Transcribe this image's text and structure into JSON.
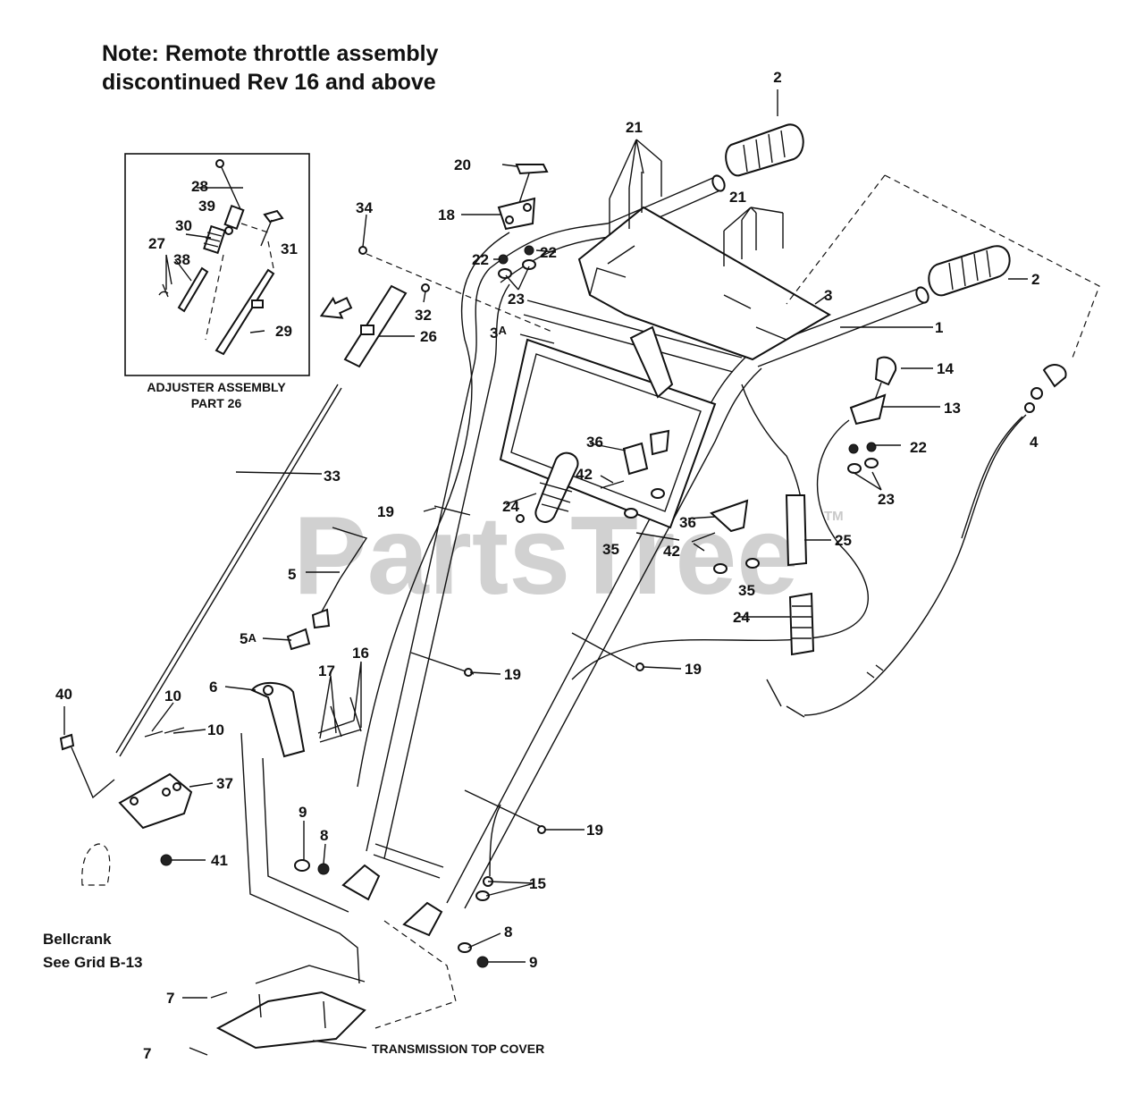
{
  "note": {
    "line1": "Note: Remote throttle assembly",
    "line2": "discontinued Rev 16 and above"
  },
  "watermark": {
    "text": "PartsTree",
    "tm": "TM"
  },
  "inset": {
    "caption_line1": "ADJUSTER ASSEMBLY",
    "caption_line2": "PART 26"
  },
  "captions": {
    "bellcrank_line1": "Bellcrank",
    "bellcrank_line2": "See  Grid B-13",
    "transmission_cover": "TRANSMISSION TOP COVER"
  },
  "callouts": {
    "c1": "1",
    "c2a": "2",
    "c2b": "2",
    "c3": "3",
    "c3a": "3",
    "c3a_sup": "A",
    "c4": "4",
    "c5": "5",
    "c5a": "5",
    "c5a_sup": "A",
    "c6": "6",
    "c7a": "7",
    "c7b": "7",
    "c8a": "8",
    "c8b": "8",
    "c9a": "9",
    "c9b": "9",
    "c10a": "10",
    "c10b": "10",
    "c13": "13",
    "c14": "14",
    "c15": "15",
    "c16": "16",
    "c17": "17",
    "c18": "18",
    "c19a": "19",
    "c19b": "19",
    "c19c": "19",
    "c19d": "19",
    "c20": "20",
    "c21a": "21",
    "c21b": "21",
    "c22a": "22",
    "c22b": "22",
    "c22c": "22",
    "c23a": "23",
    "c23b": "23",
    "c24a": "24",
    "c24b": "24",
    "c25": "25",
    "c26": "26",
    "c27": "27",
    "c28": "28",
    "c29": "29",
    "c30": "30",
    "c31": "31",
    "c32": "32",
    "c33": "33",
    "c34": "34",
    "c35a": "35",
    "c35b": "35",
    "c36a": "36",
    "c36b": "36",
    "c37": "37",
    "c38": "38",
    "c39": "39",
    "c40": "40",
    "c41": "41",
    "c42a": "42",
    "c42b": "42"
  }
}
